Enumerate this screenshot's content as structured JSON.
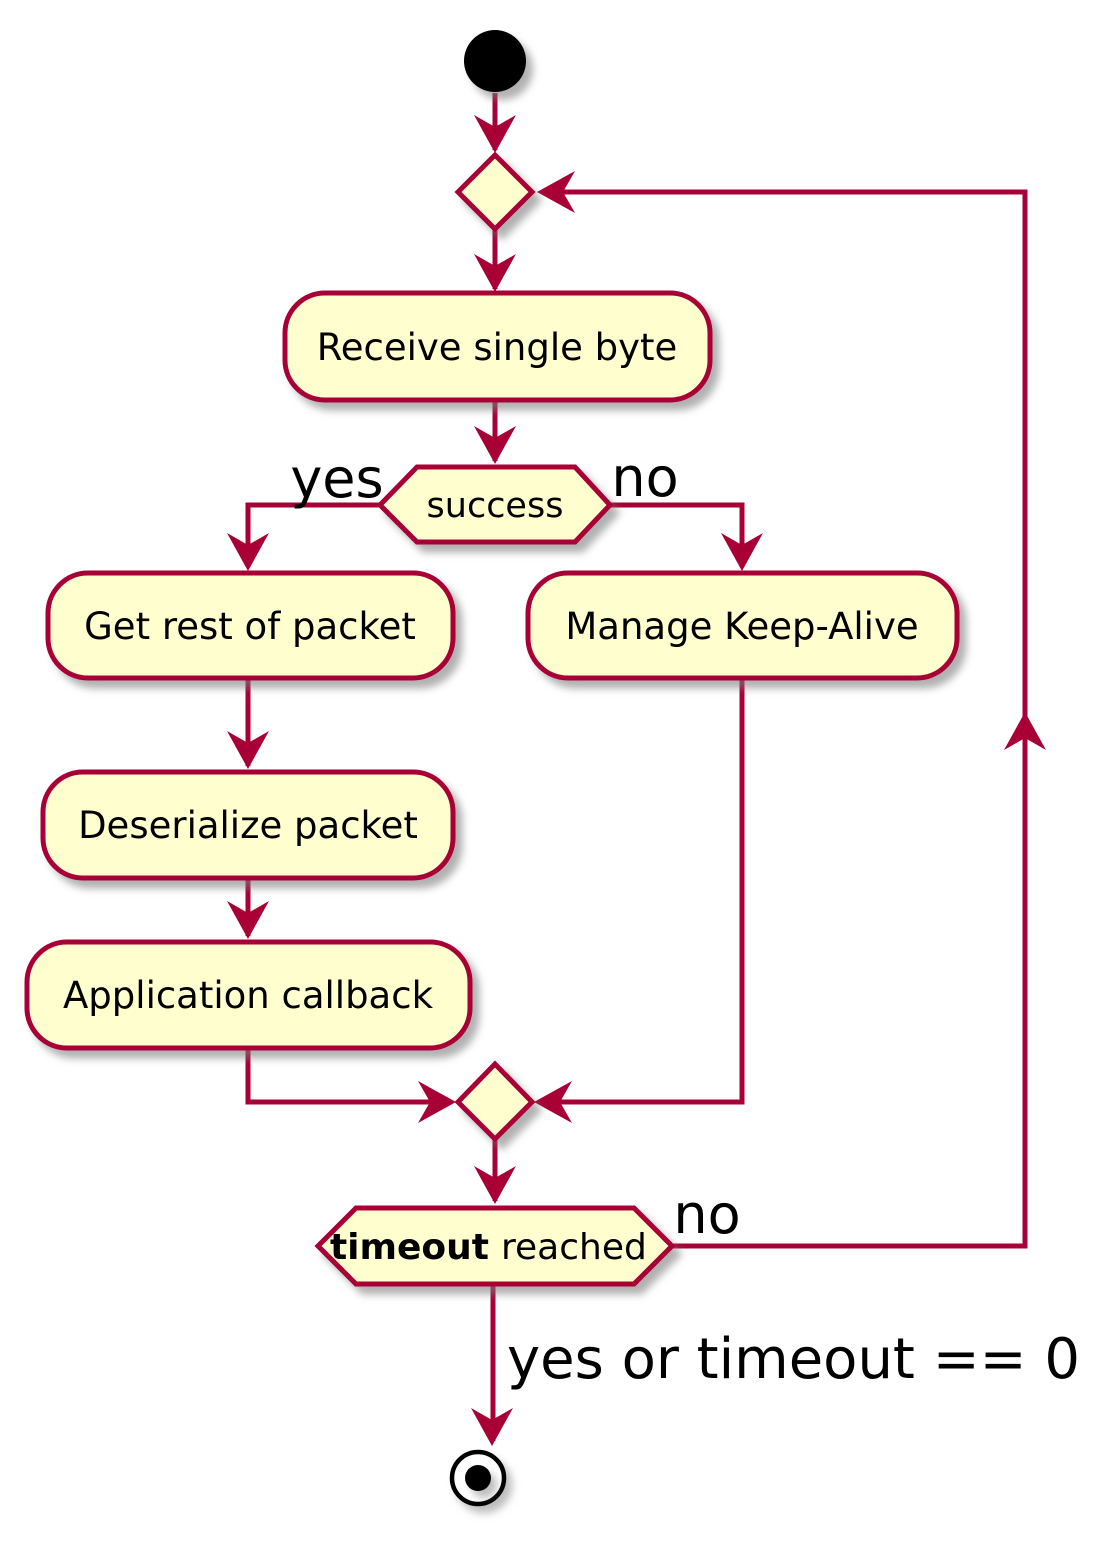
{
  "diagram": {
    "type": "activity-flowchart",
    "colors": {
      "node_fill": "#FEFECE",
      "node_border": "#A80036",
      "arrow": "#A80036",
      "text": "#000000",
      "start_end": "#000000"
    },
    "nodes": {
      "receive": "Receive single byte",
      "success_condition": "success",
      "get_rest": "Get rest of packet",
      "manage_keepalive": "Manage Keep-Alive",
      "deserialize": "Deserialize packet",
      "app_callback": "Application callback",
      "timeout_condition_bold": "timeout",
      "timeout_condition_rest": "reached"
    },
    "edge_labels": {
      "success_yes": "yes",
      "success_no": "no",
      "timeout_no": "no",
      "timeout_exit": "yes or timeout == 0"
    }
  }
}
